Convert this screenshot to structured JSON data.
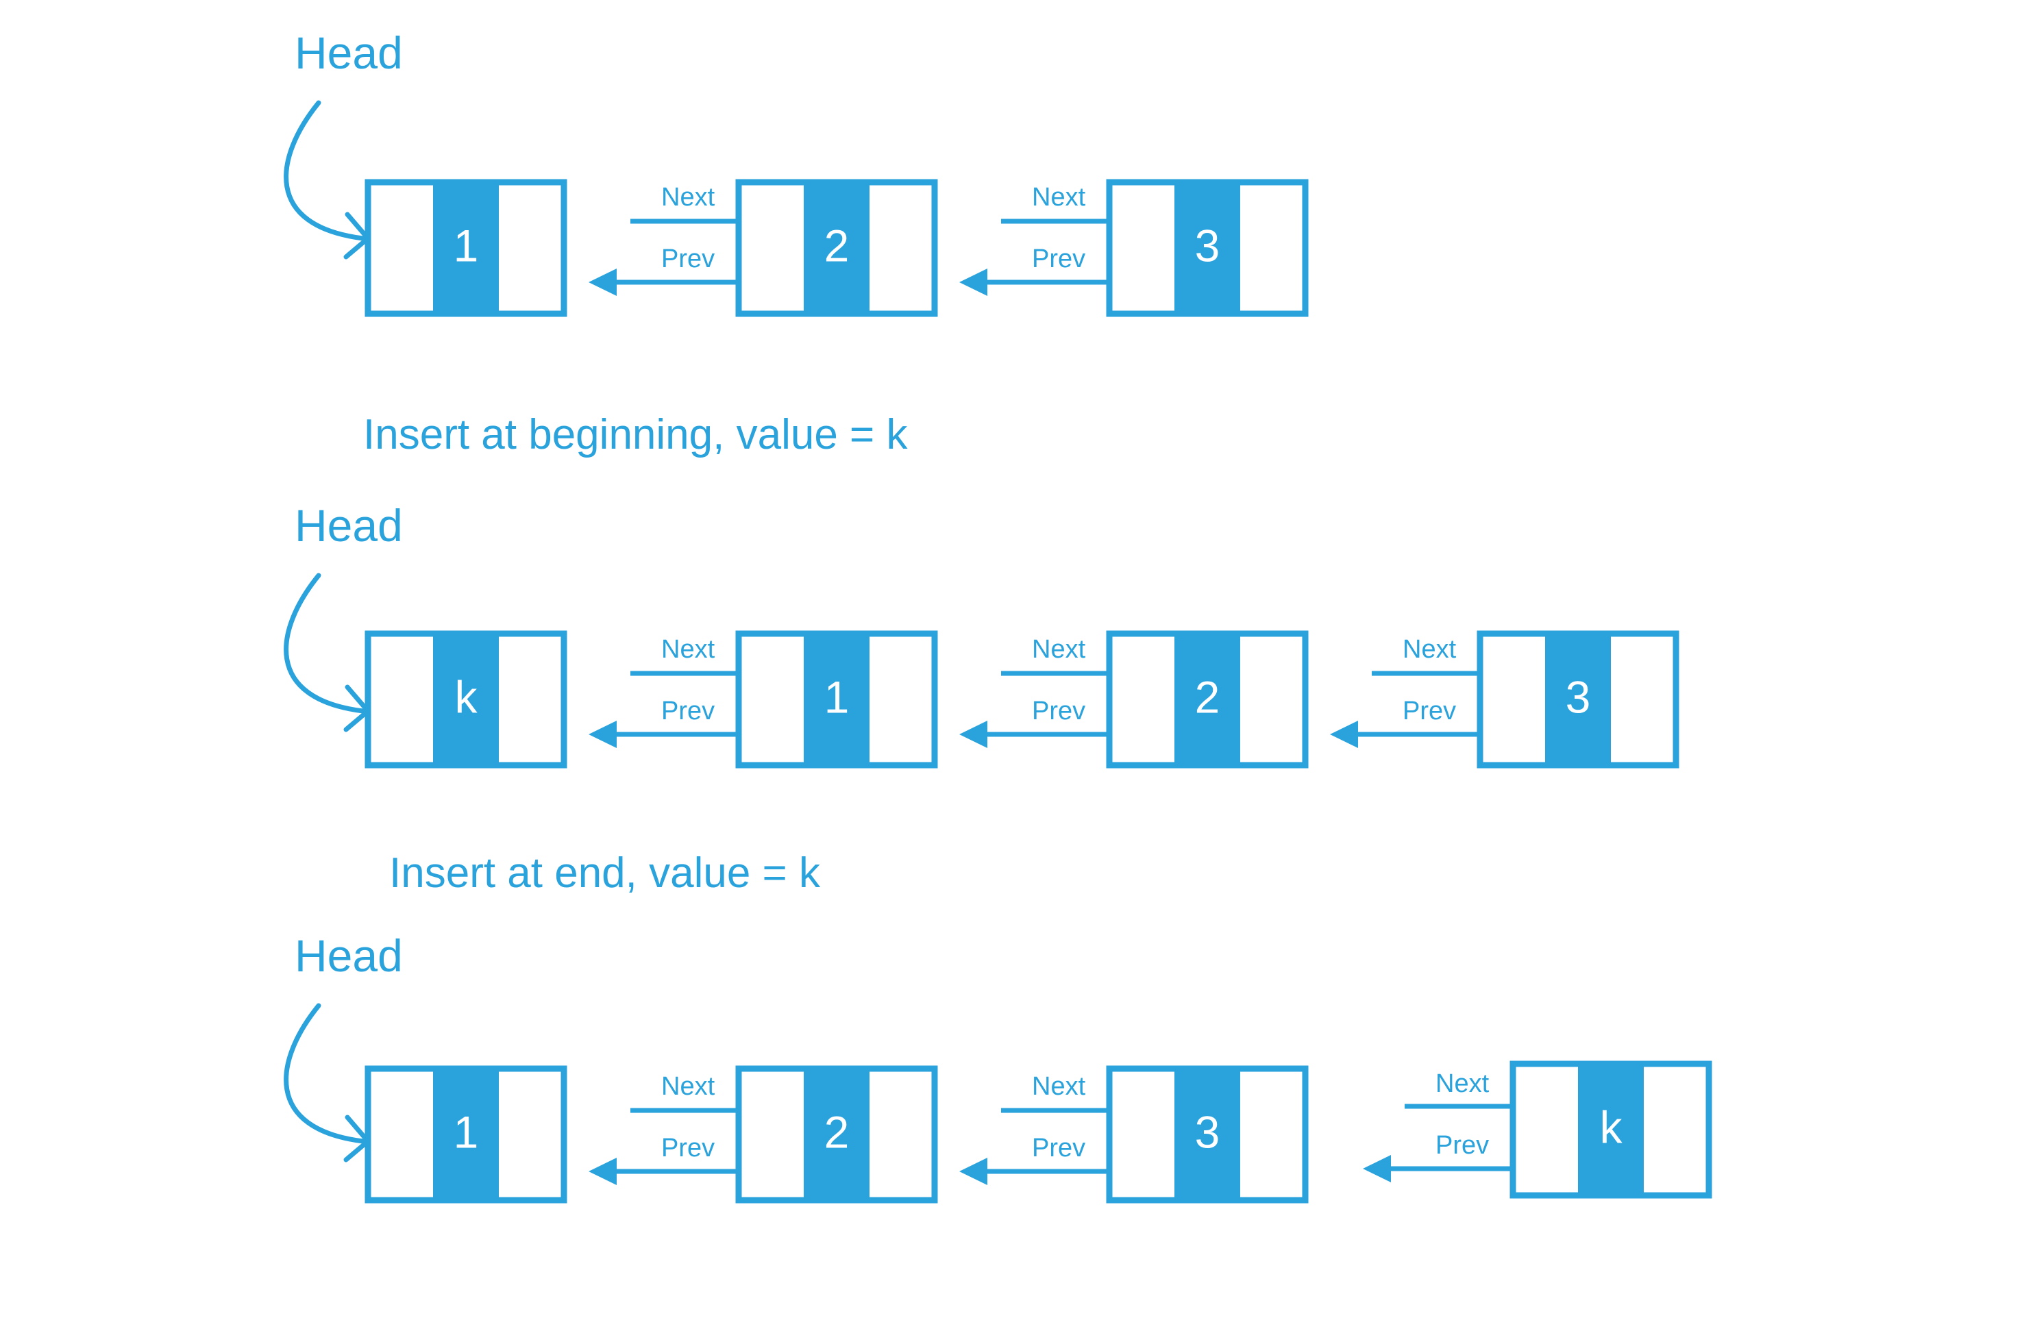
{
  "meta": {
    "title": "Doubly Linked List Insertion Diagram",
    "accent_color": "#2AA2DC",
    "background_color": "#FFFFFF",
    "text_color_on_node": "#FFFFFF"
  },
  "labels": {
    "head": "Head",
    "next": "Next",
    "prev": "Prev"
  },
  "rows": [
    {
      "id": "original-list",
      "head_label": "Head",
      "caption": "",
      "nodes": [
        {
          "value": "1"
        },
        {
          "value": "2"
        },
        {
          "value": "3"
        }
      ],
      "links": [
        {
          "from": "1",
          "to": "2",
          "next_label": "Next",
          "prev_label": "Prev"
        },
        {
          "from": "2",
          "to": "3",
          "next_label": "Next",
          "prev_label": "Prev"
        }
      ]
    },
    {
      "id": "insert-at-beginning-result",
      "head_label": "Head",
      "caption": "Insert at beginning, value = k",
      "nodes": [
        {
          "value": "k"
        },
        {
          "value": "1"
        },
        {
          "value": "2"
        },
        {
          "value": "3"
        }
      ],
      "links": [
        {
          "from": "k",
          "to": "1",
          "next_label": "Next",
          "prev_label": "Prev"
        },
        {
          "from": "1",
          "to": "2",
          "next_label": "Next",
          "prev_label": "Prev"
        },
        {
          "from": "2",
          "to": "3",
          "next_label": "Next",
          "prev_label": "Prev"
        }
      ]
    },
    {
      "id": "insert-at-end-result",
      "head_label": "Head",
      "caption": "Insert at end, value = k",
      "nodes": [
        {
          "value": "1"
        },
        {
          "value": "2"
        },
        {
          "value": "3"
        },
        {
          "value": "k"
        }
      ],
      "links": [
        {
          "from": "1",
          "to": "2",
          "next_label": "Next",
          "prev_label": "Prev"
        },
        {
          "from": "2",
          "to": "3",
          "next_label": "Next",
          "prev_label": "Prev"
        },
        {
          "from": "3",
          "to": "k",
          "next_label": "Next",
          "prev_label": "Prev"
        }
      ]
    }
  ],
  "captions": {
    "insert_beginning": "Insert at beginning, value = k",
    "insert_end": "Insert at end, value = k"
  }
}
